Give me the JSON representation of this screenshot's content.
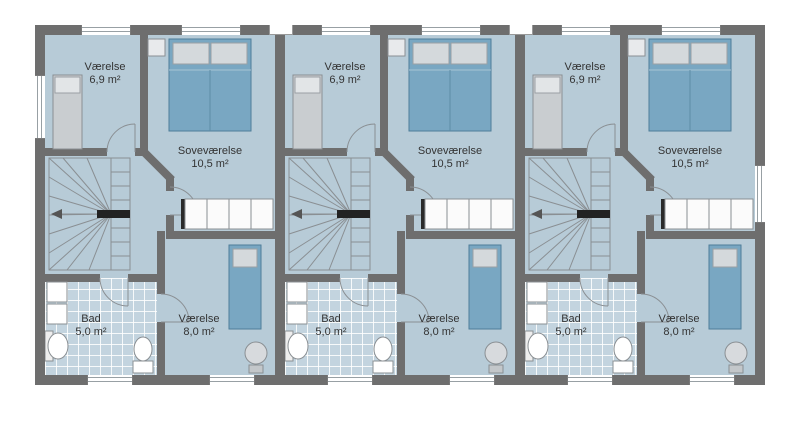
{
  "floorplan": {
    "unit_count": 3,
    "rooms": {
      "vaerelse_small": {
        "name": "Værelse",
        "area": "6,9 m²"
      },
      "sovevaerelse": {
        "name": "Soveværelse",
        "area": "10,5 m²"
      },
      "bad": {
        "name": "Bad",
        "area": "5,0 m²"
      },
      "vaerelse_large": {
        "name": "Værelse",
        "area": "8,0 m²"
      }
    },
    "colors": {
      "wall": "#6e6e6e",
      "floor": "#b7cbd7",
      "bed": "#79a7c2",
      "tile": "#c3d4df"
    }
  },
  "units": [
    {
      "index": 1
    },
    {
      "index": 2
    },
    {
      "index": 3
    }
  ]
}
